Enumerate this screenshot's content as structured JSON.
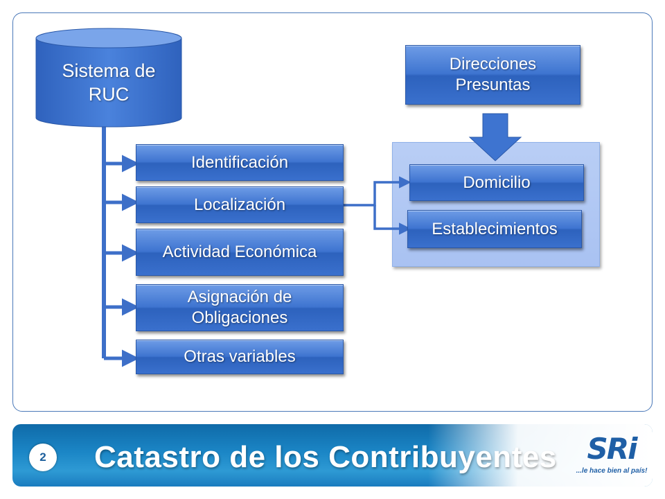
{
  "diagram": {
    "root": "Sistema de RUC",
    "branches": [
      "Identificación",
      "Localización",
      "Actividad Económica",
      "Asignación de Obligaciones",
      "Otras variables"
    ],
    "external": "Direcciones Presuntas",
    "targets": [
      "Domicilio",
      "Establecimientos"
    ]
  },
  "footer": {
    "page_number": "2",
    "title": "Catastro de los Contribuyentes",
    "logo_text": "SRi",
    "logo_tagline": "...le hace bien al país!"
  },
  "colors": {
    "box_fill": "#3e74d0",
    "target_group_fill": "#b9cef5",
    "banner": "#1b86c6"
  }
}
